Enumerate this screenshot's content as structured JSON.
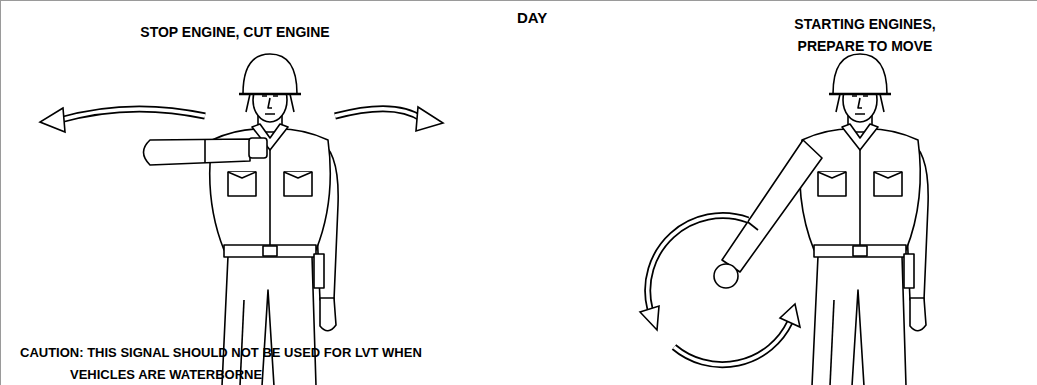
{
  "diagram": {
    "title": "DAY",
    "labels": [
      "STOP ENGINE, CUT ENGINE",
      "STARTING ENGINES, PREPARE TO MOVE",
      "CAUTION: THIS SIGNAL SHOULD NOT BE USED FOR LVT WHEN VEHICLES ARE WATERBORNE"
    ]
  }
}
